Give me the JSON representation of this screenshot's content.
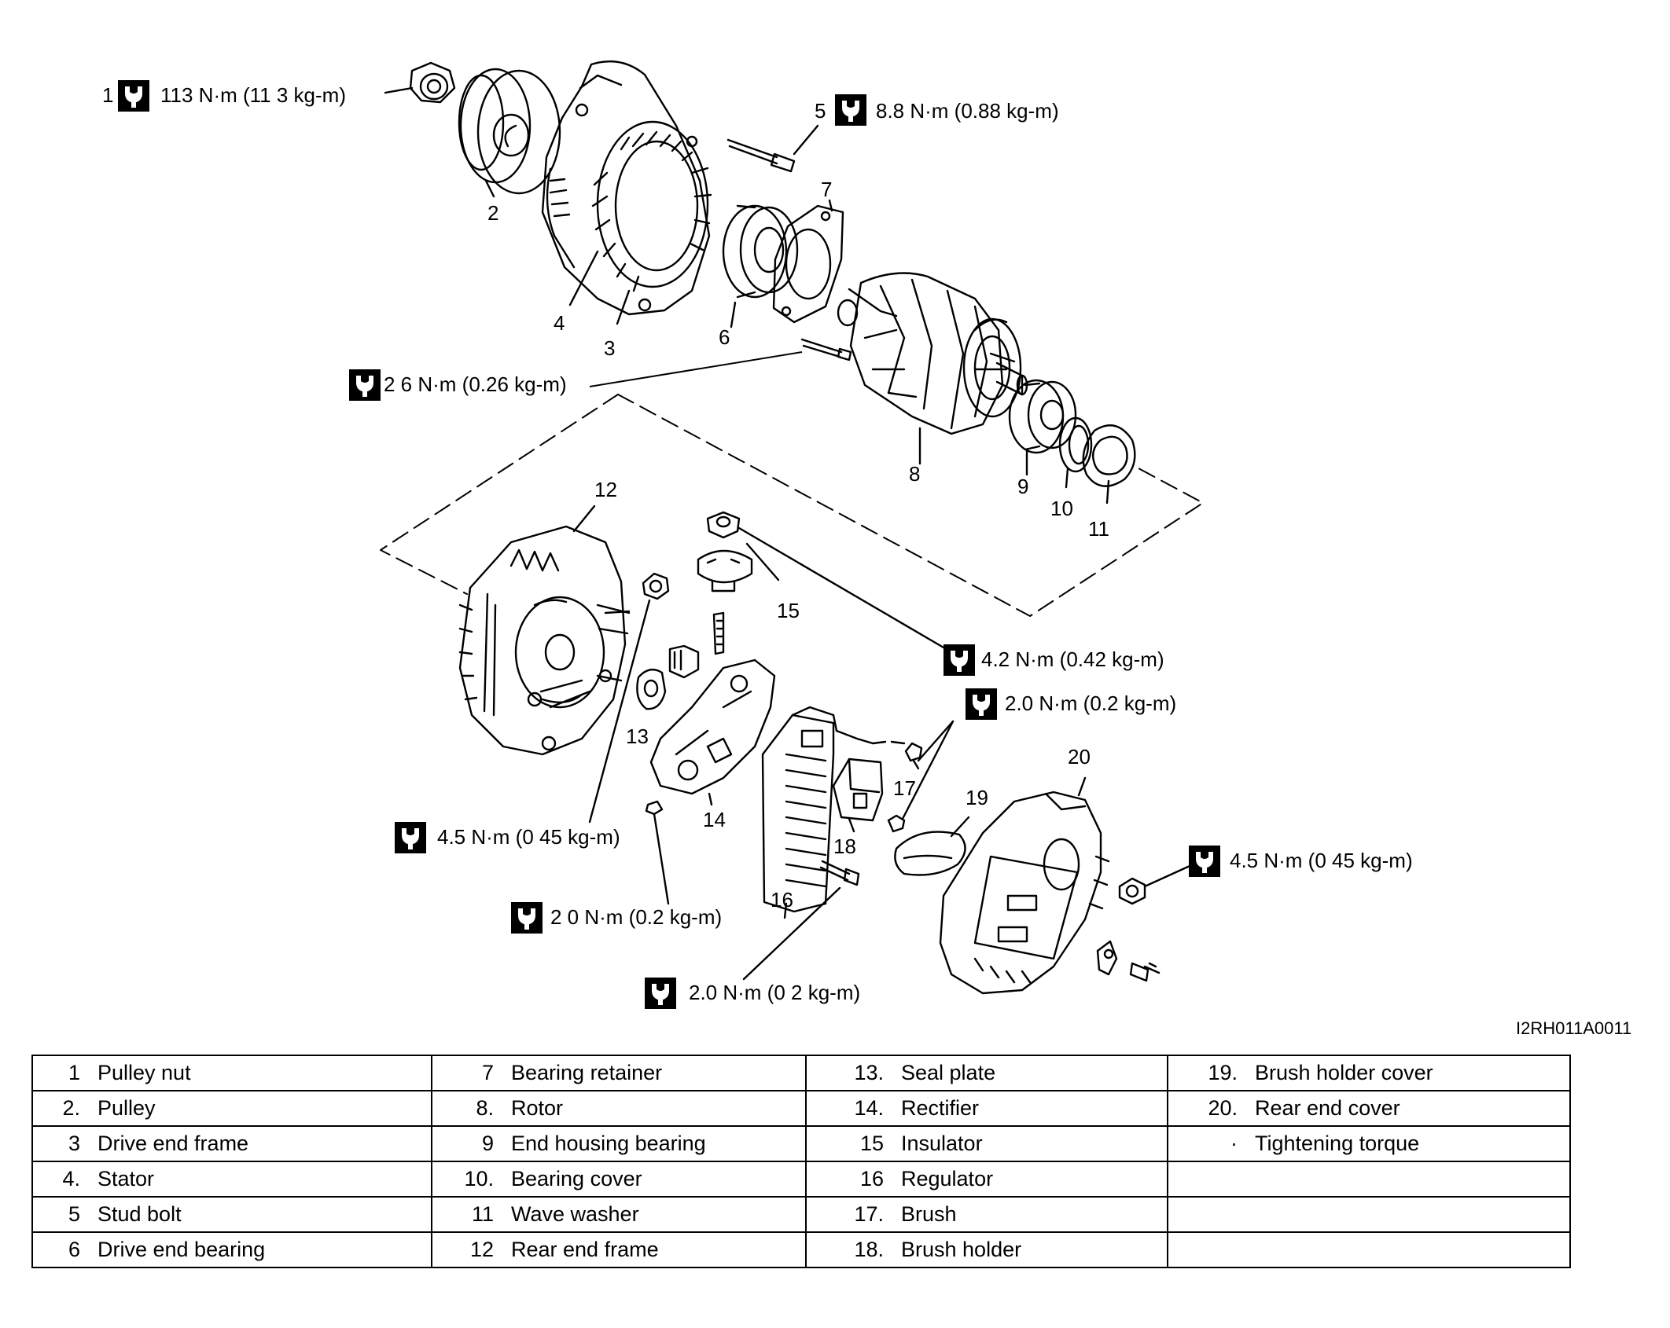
{
  "figure_code": "I2RH011A0011",
  "torque_specs": [
    {
      "ref": "1",
      "text": "113 N·m (11 3 kg-m)"
    },
    {
      "ref": "5",
      "text": "8.8 N·m (0.88 kg-m)"
    },
    {
      "ref": "",
      "text": "2 6 N·m (0.26 kg-m)"
    },
    {
      "ref": "",
      "text": "4.2 N·m (0.42 kg-m)"
    },
    {
      "ref": "",
      "text": "2.0 N·m (0.2 kg-m)"
    },
    {
      "ref": "",
      "text": "4.5 N·m (0 45 kg-m)"
    },
    {
      "ref": "",
      "text": "2 0 N·m (0.2 kg-m)"
    },
    {
      "ref": "",
      "text": "4.5 N·m (0 45 kg-m)"
    },
    {
      "ref": "",
      "text": "2.0 N·m (0 2 kg-m)"
    }
  ],
  "callouts": [
    "2",
    "3",
    "4",
    "6",
    "7",
    "8",
    "9",
    "10",
    "11",
    "12",
    "13",
    "14",
    "15",
    "16",
    "17",
    "18",
    "19",
    "20"
  ],
  "legend": {
    "col1": [
      {
        "num": "1",
        "name": "Pulley nut"
      },
      {
        "num": "2.",
        "name": "Pulley"
      },
      {
        "num": "3",
        "name": "Drive end frame"
      },
      {
        "num": "4.",
        "name": "Stator"
      },
      {
        "num": "5",
        "name": "Stud bolt"
      },
      {
        "num": "6",
        "name": "Drive end bearing"
      }
    ],
    "col2": [
      {
        "num": "7",
        "name": "Bearing retainer"
      },
      {
        "num": "8.",
        "name": "Rotor"
      },
      {
        "num": "9",
        "name": "End housing bearing"
      },
      {
        "num": "10.",
        "name": "Bearing cover"
      },
      {
        "num": "11",
        "name": "Wave washer"
      },
      {
        "num": "12",
        "name": "Rear end frame"
      }
    ],
    "col3": [
      {
        "num": "13.",
        "name": "Seal plate"
      },
      {
        "num": "14.",
        "name": "Rectifier"
      },
      {
        "num": "15",
        "name": "Insulator"
      },
      {
        "num": "16",
        "name": "Regulator"
      },
      {
        "num": "17.",
        "name": "Brush"
      },
      {
        "num": "18.",
        "name": "Brush holder"
      }
    ],
    "col4": [
      {
        "num": "19.",
        "name": "Brush holder cover"
      },
      {
        "num": "20.",
        "name": "Rear end cover"
      },
      {
        "num": "·",
        "name": "Tightening torque"
      },
      {
        "num": "",
        "name": ""
      },
      {
        "num": "",
        "name": ""
      },
      {
        "num": "",
        "name": ""
      }
    ]
  }
}
